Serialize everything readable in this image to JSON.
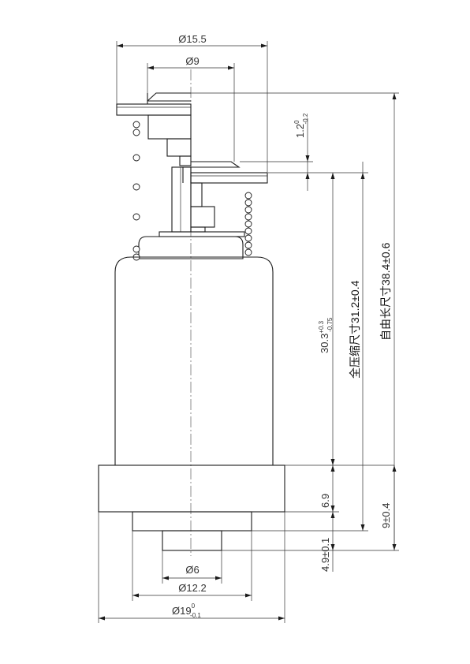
{
  "dimensions": {
    "d_top": "Ø15.5",
    "d_cap": "Ø9",
    "t_cap": {
      "main": "1.2",
      "upper": "0",
      "lower": "-0.2"
    },
    "full_compressed_vertical": {
      "main": "30.3",
      "upper": "+0.3",
      "lower": "-0.75"
    },
    "full_compressed": "全压缩尺寸31.2±0.4",
    "free_length": "自由长尺寸38.4±0.6",
    "base_height": "6.9",
    "base_total": "9±0.4",
    "step_height": "4.9±0.1",
    "d_pin": "Ø6",
    "d_step": "Ø12.2",
    "d_base": {
      "main": "Ø19",
      "upper": "0",
      "lower": "-0.1"
    }
  },
  "colors": {
    "line": "#1a1a1a",
    "text": "#333333",
    "background": "#ffffff"
  }
}
